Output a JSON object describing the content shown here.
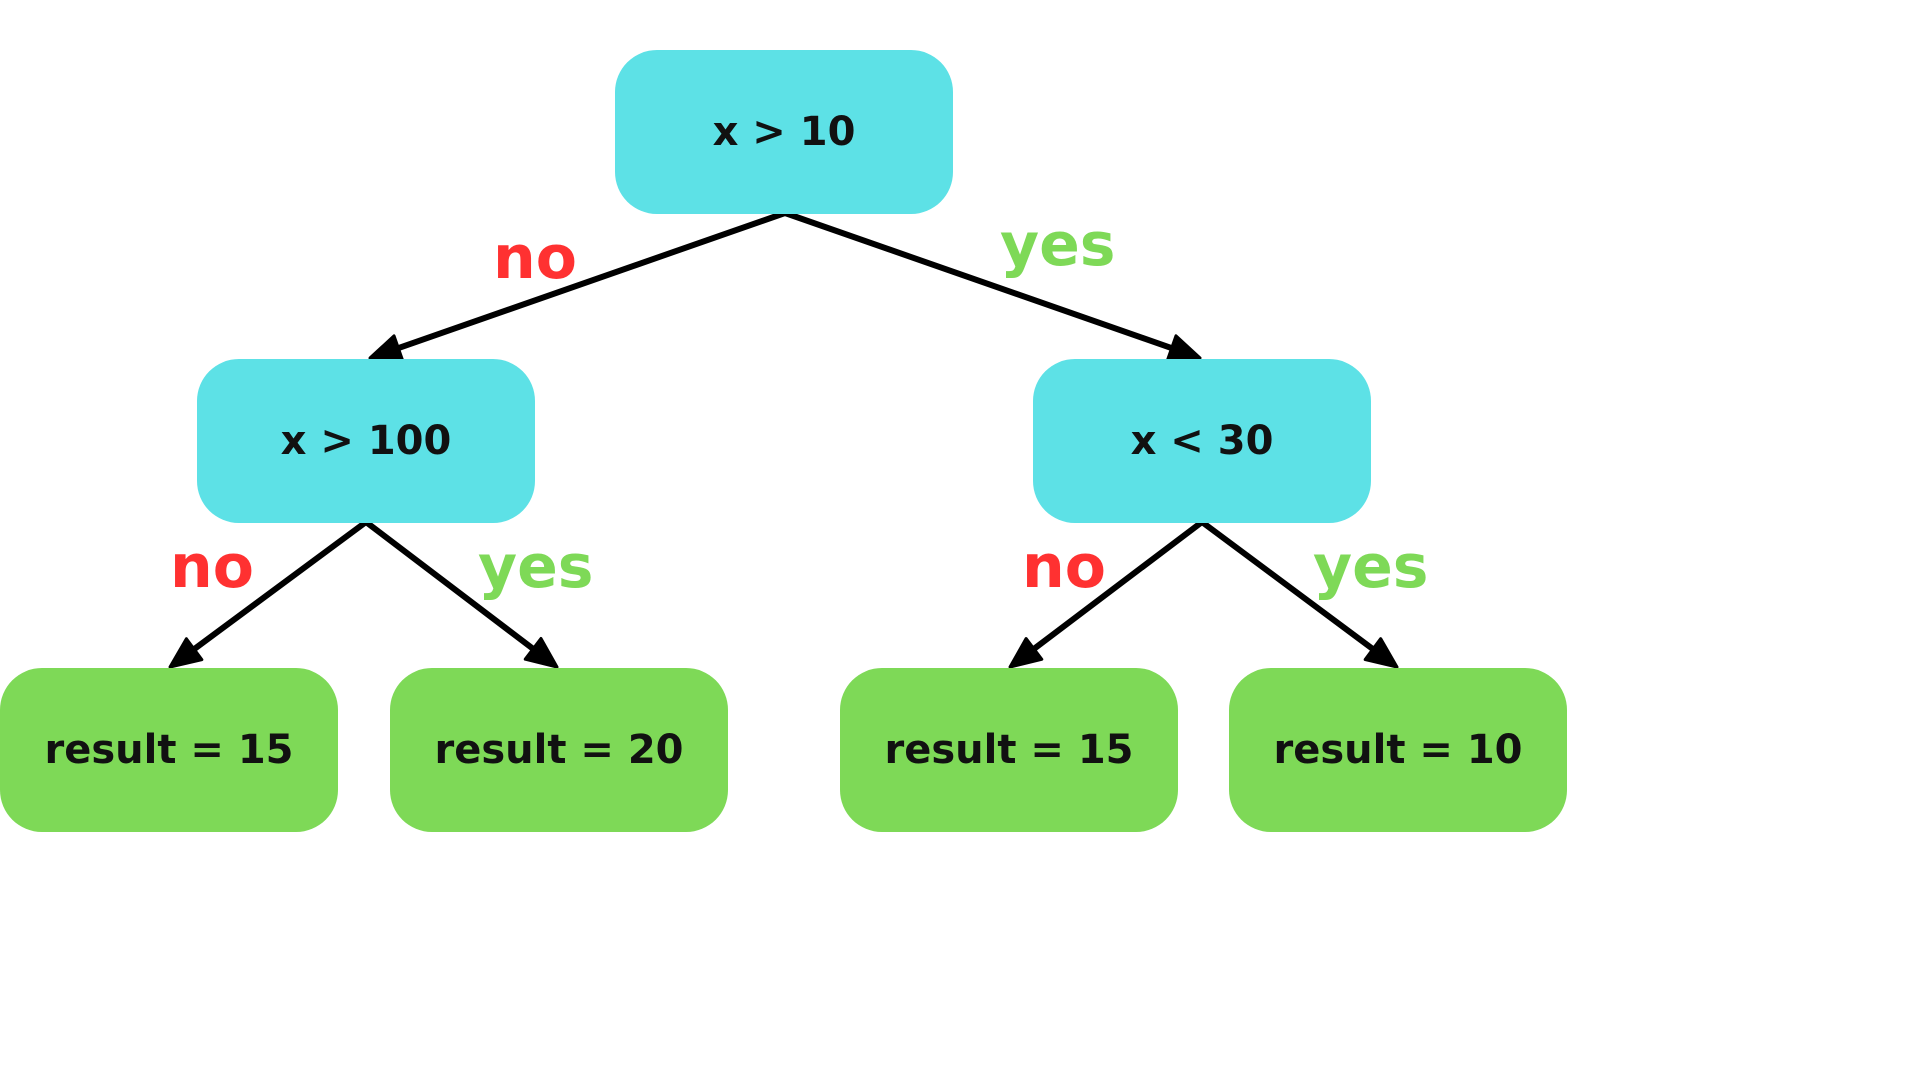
{
  "colors": {
    "decision_fill": "#5de1e6",
    "leaf_fill": "#7ed957",
    "text": "#111111",
    "no_label": "#ff3131",
    "yes_label": "#7ed957",
    "edge": "#000000"
  },
  "nodes": {
    "root": {
      "label": "x > 10"
    },
    "left": {
      "label": "x > 100"
    },
    "right": {
      "label": "x < 30"
    }
  },
  "leaves": [
    {
      "label": "result = 15"
    },
    {
      "label": "result = 20"
    },
    {
      "label": "result = 15"
    },
    {
      "label": "result = 10"
    }
  ],
  "edge_labels": {
    "no": "no",
    "yes": "yes"
  }
}
